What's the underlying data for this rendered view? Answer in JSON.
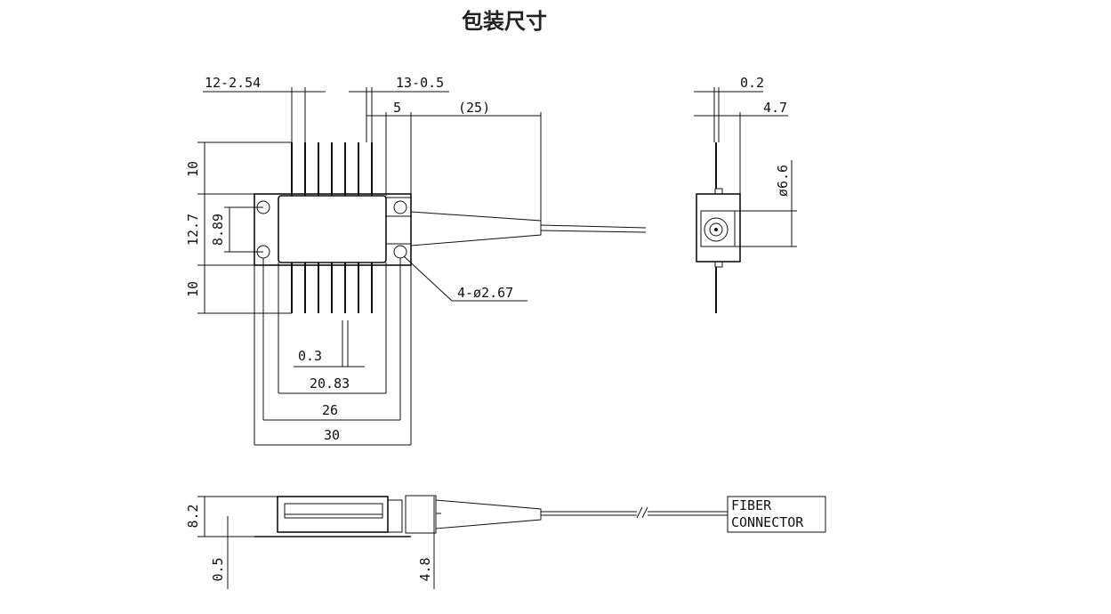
{
  "title": "包装尺寸",
  "top_view": {
    "pin_pitch": "12-2.54",
    "pin_width": "13-0.5",
    "flange_offset": "5",
    "fiber_length": "(25)",
    "pin_length_top": "10",
    "height_total": "12.7",
    "hole_spacing_v": "8.89",
    "pin_length_bottom": "10",
    "holes": "4-ø2.67",
    "pin_thickness": "0.3",
    "body_width": "20.83",
    "hole_spacing_h": "26",
    "flange_width": "30"
  },
  "end_view": {
    "pin_offset": "0.2",
    "pin_to_center": "4.7",
    "flange_diameter": "ø6.6"
  },
  "side_view": {
    "height": "8.2",
    "base_thickness": "0.5",
    "fiber_height": "4.8",
    "connector_line1": "FIBER",
    "connector_line2": "CONNECTOR"
  }
}
